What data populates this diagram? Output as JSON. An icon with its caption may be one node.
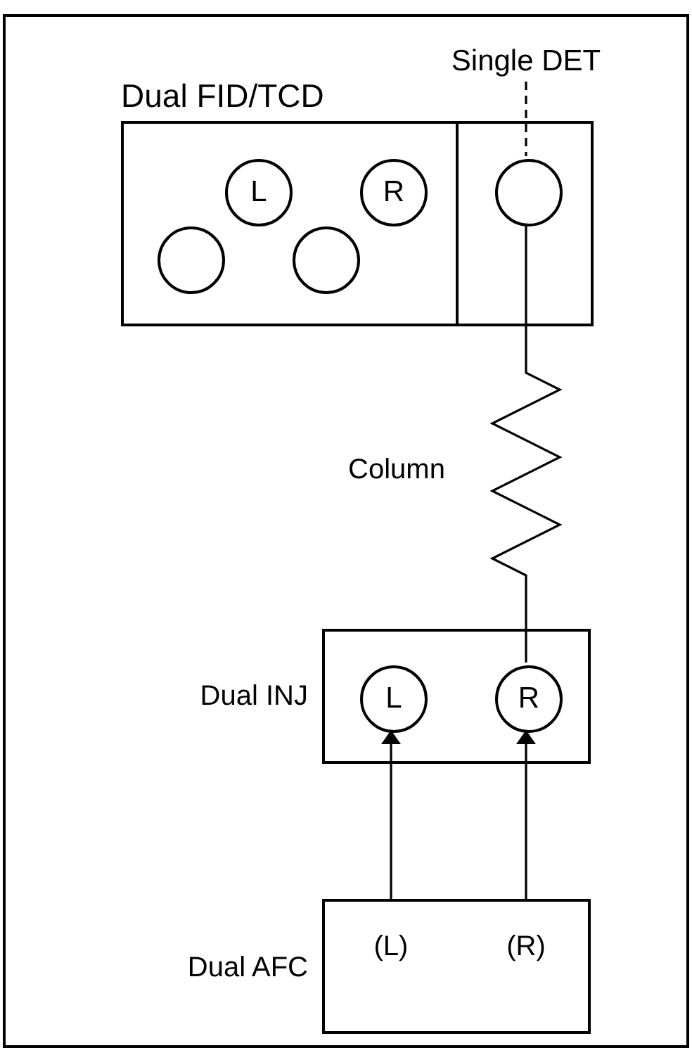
{
  "diagram": {
    "nodes": [
      {
        "text": [
          "Dual FID/TCD"
        ]
      },
      {
        "text": [
          "L"
        ],
        "in": 0
      },
      {
        "text": [
          "R"
        ],
        "in": 0
      },
      {
        "text": [],
        "shape": "circle",
        "in": 0
      },
      {
        "text": [],
        "shape": "circle",
        "in": 0
      },
      {
        "text": [],
        "shape": "box"
      },
      {
        "text": [],
        "shape": "circle",
        "in": 5
      },
      {
        "text": [
          "Single DET"
        ]
      },
      {
        "text": [],
        "shape": "box",
        "beside": [
          "Dual INJ"
        ]
      },
      {
        "text": [
          "L"
        ],
        "in": 8
      },
      {
        "text": [
          "R"
        ],
        "in": 8
      },
      {
        "text": [
          "(L)",
          "(R)"
        ],
        "beside": [
          "Dual AFC"
        ]
      }
    ],
    "edges": [
      {
        "from": 7,
        "to": 6,
        "arrow": "none",
        "style": "dashed"
      },
      {
        "from": 6,
        "to": 10,
        "arrow": "none",
        "label": "Column"
      },
      {
        "from": 11,
        "to": 9,
        "arrow": "to"
      },
      {
        "from": 11,
        "to": 10,
        "arrow": "to"
      }
    ]
  }
}
